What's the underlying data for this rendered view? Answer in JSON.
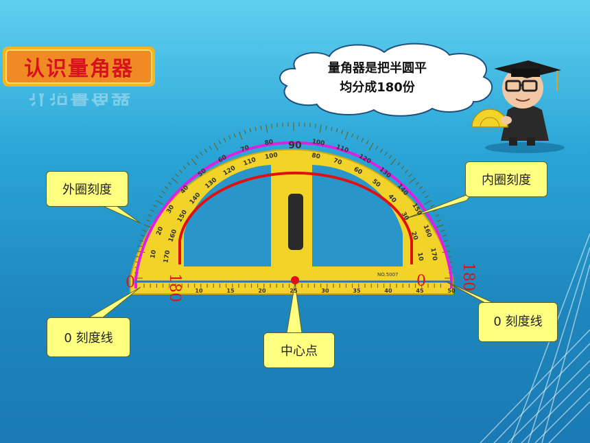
{
  "slide_title": "认识量角器",
  "cloud_line1": "量角器是把半圆平",
  "cloud_line2": "均分成180份",
  "callouts": {
    "outer_scale": "外圈刻度",
    "inner_scale": "内圈刻度",
    "zero_line_left": "0 刻度线",
    "zero_line_right": "0 刻度线",
    "center_point": "中心点"
  },
  "red_labels": {
    "left_zero": "0",
    "left_180": "180",
    "right_zero": "0",
    "right_180": "180"
  },
  "protractor": {
    "top_mark": "90",
    "outer_numbers": [
      "10",
      "20",
      "30",
      "40",
      "50",
      "60",
      "70",
      "80",
      "100",
      "110",
      "120",
      "130",
      "140",
      "150",
      "160",
      "170"
    ],
    "inner_numbers": [
      "170",
      "160",
      "150",
      "140",
      "130",
      "120",
      "110",
      "100",
      "80",
      "70",
      "60",
      "50",
      "40",
      "30",
      "20",
      "10"
    ],
    "ruler_numbers": [
      "10",
      "15",
      "20",
      "25",
      "30",
      "35",
      "40",
      "45",
      "50"
    ],
    "model_text": "NO.5007"
  },
  "colors": {
    "protractor_fill": "#f2d32a",
    "outer_arc": "#e020e0",
    "inner_arc": "#e01010",
    "baseline": "#2a6fc9",
    "center_dot": "#e01010"
  }
}
